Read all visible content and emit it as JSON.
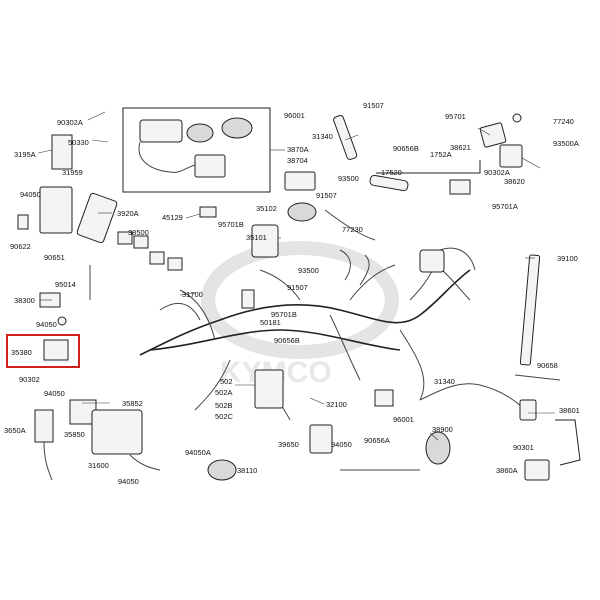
{
  "diagram": {
    "highlighted_part": "35380",
    "watermark_text": "KYMCO",
    "labels": {
      "l90302A_top": "90302A",
      "l50330": "50330",
      "l3195A": "3195A",
      "l31959": "31959",
      "l94050_a": "94050",
      "l90622": "90622",
      "l90651": "90651",
      "l95014": "95014",
      "l38300": "38300",
      "l94050_b": "94050",
      "l35380": "35380",
      "l90302": "90302",
      "l94050_c": "94050",
      "l35852": "35852",
      "l3650A": "3650A",
      "l35850": "35850",
      "l31600": "31600",
      "l94050_d": "94050",
      "l3920A": "3920A",
      "l38500": "38500",
      "l31700": "31700",
      "l45129": "45129",
      "l95701B_a": "95701B",
      "l35102": "35102",
      "l35101": "35101",
      "l3870A": "3870A",
      "l38704": "38704",
      "l96001_a": "96001",
      "l91507_a": "91507",
      "l31340_a": "31340",
      "l90656B_a": "90656B",
      "l93500_a": "93500",
      "l91507_b": "91507",
      "l77230": "77230",
      "l93500_b": "93500",
      "l91507_c": "91507",
      "l95701B_b": "95701B",
      "l50181": "50181",
      "l90656B_b": "90656B",
      "l1752A": "1752A",
      "l17520": "17520",
      "l95701_a": "95701",
      "l77240": "77240",
      "l38621": "38621",
      "l93500A": "93500A",
      "l90302A_right": "90302A",
      "l38620": "38620",
      "l95701A": "95701A",
      "l39100": "39100",
      "l502": "502",
      "l502A": "502A",
      "l502B": "502B",
      "l502C": "502C",
      "l32100": "32100",
      "l96001_b": "96001",
      "l31340_b": "31340",
      "l90658": "90658",
      "l38601": "38601",
      "l90301": "90301",
      "l3860A": "3860A",
      "l38900": "38900",
      "l90656A": "90656A",
      "l39650": "39650",
      "l94050_e": "94050",
      "l94050A": "94050A",
      "l38110": "38110"
    }
  }
}
